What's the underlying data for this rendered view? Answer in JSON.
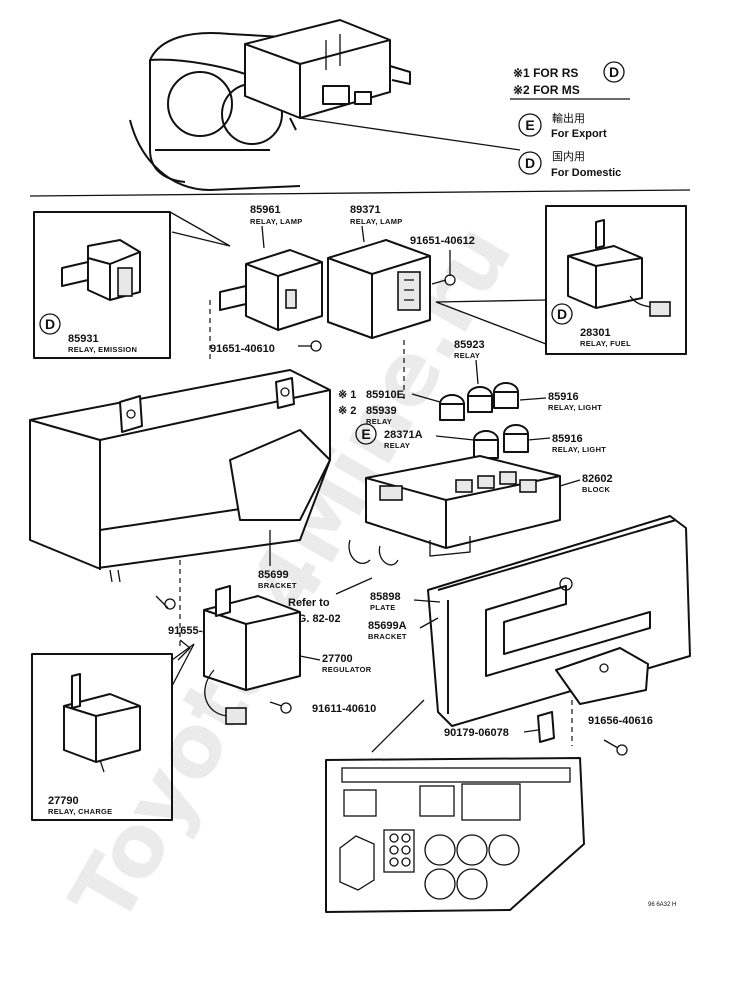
{
  "legend": {
    "note1": "※1 FOR RS",
    "note2": "※2 FOR MS",
    "export_jp": "輸出用",
    "export_en": "For Export",
    "domestic_jp": "国内用",
    "domestic_en": "For Domestic",
    "code_d": "D",
    "code_e": "E"
  },
  "parts": {
    "p85961_no": "85961",
    "p85961_desc": "RELAY, LAMP",
    "p89371_no": "89371",
    "p89371_desc": "RELAY, LAMP",
    "bolt_91651_40612": "91651-40612",
    "p85931_no": "85931",
    "p85931_desc": "RELAY, EMISSION",
    "bolt_91651_40610": "91651-40610",
    "p28301_no": "28301",
    "p28301_desc": "RELAY, FUEL",
    "p85923_no": "85923",
    "p85923_desc": "RELAY",
    "p85910e_no": "85910E",
    "p85939_no": "85939",
    "p85939_desc": "RELAY",
    "p85916a_no": "85916",
    "p85916a_desc": "RELAY, LIGHT",
    "p28371a_no": "28371A",
    "p28371a_desc": "RELAY",
    "p85916b_no": "85916",
    "p85916b_desc": "RELAY, LIGHT",
    "p82602_no": "82602",
    "p82602_desc": "BLOCK",
    "p85699_no": "85699",
    "p85699_desc": "BRACKET",
    "refer_to": "Refer to",
    "fig_ref": "FIG. 82-02",
    "p85898_no": "85898",
    "p85898_desc": "PLATE",
    "p85699a_no": "85699A",
    "p85699a_desc": "BRACKET",
    "bolt_91655_40616": "91655-40616",
    "p27700_no": "27700",
    "p27700_desc": "REGULATOR",
    "bolt_91611_40610": "91611-40610",
    "clip_90179_06078": "90179-06078",
    "bolt_91656_40616": "91656-40616",
    "p27790_no": "27790",
    "p27790_desc": "RELAY, CHARGE"
  },
  "markers": {
    "star1": "※ 1",
    "star2": "※ 2"
  },
  "footer": {
    "drawing_code": "96 6A32 H"
  },
  "watermark": "Toyota-4Mine.ru"
}
